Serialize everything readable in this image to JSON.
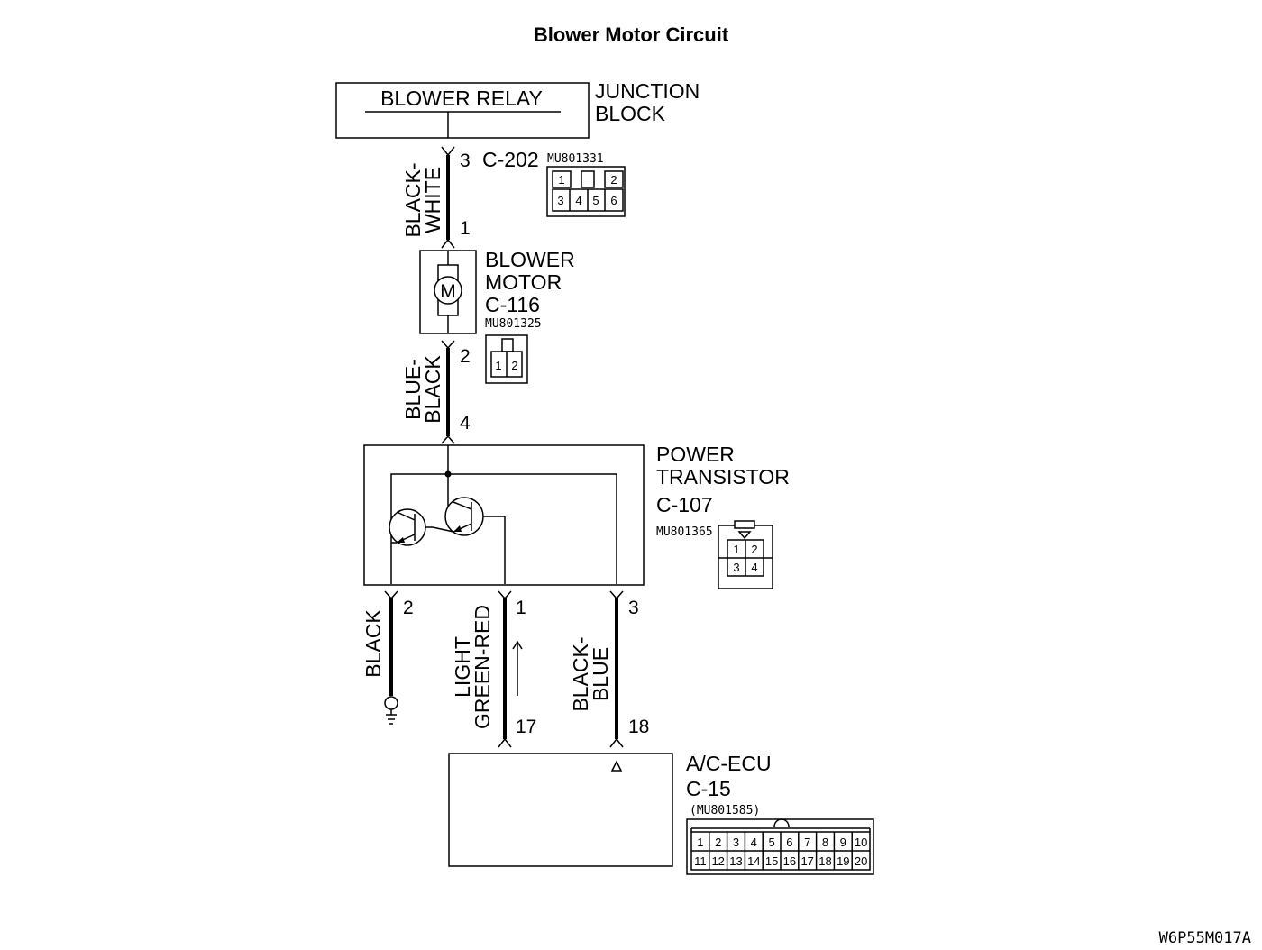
{
  "title": "Blower Motor Circuit",
  "junction_block": {
    "relay_label": "BLOWER RELAY",
    "label_line1": "JUNCTION",
    "label_line2": "BLOCK"
  },
  "connector_c202": {
    "pin_top": "3",
    "name": "C-202",
    "part": "MU801331",
    "cells": [
      "1",
      "2",
      "3",
      "4",
      "5",
      "6"
    ]
  },
  "wire_black_white": {
    "line1": "BLACK-",
    "line2": "WHITE"
  },
  "blower_motor": {
    "pin_top": "1",
    "pin_bottom": "2",
    "label_line1": "BLOWER",
    "label_line2": "MOTOR",
    "connector": "C-116",
    "part": "MU801325",
    "symbol": "M",
    "cells": [
      "1",
      "2"
    ]
  },
  "wire_blue_black": {
    "line1": "BLUE-",
    "line2": "BLACK"
  },
  "power_transistor": {
    "pin_top": "4",
    "label_line1": "POWER",
    "label_line2": "TRANSISTOR",
    "connector": "C-107",
    "part": "MU801365",
    "cells": [
      "1",
      "2",
      "3",
      "4"
    ],
    "pin_left": "2",
    "pin_mid": "1",
    "pin_right": "3"
  },
  "wire_black": {
    "line1": "BLACK"
  },
  "wire_light_green_red": {
    "line1": "LIGHT",
    "line2": "GREEN-RED"
  },
  "wire_black_blue": {
    "line1": "BLACK-",
    "line2": "BLUE"
  },
  "ac_ecu": {
    "pin_left": "17",
    "pin_right": "18",
    "label": "A/C-ECU",
    "connector": "C-15",
    "part": "(MU801585)",
    "row1": [
      "1",
      "2",
      "3",
      "4",
      "5",
      "6",
      "7",
      "8",
      "9",
      "10"
    ],
    "row2": [
      "11",
      "12",
      "13",
      "14",
      "15",
      "16",
      "17",
      "18",
      "19",
      "20"
    ]
  },
  "figure_code": "W6P55M017A"
}
